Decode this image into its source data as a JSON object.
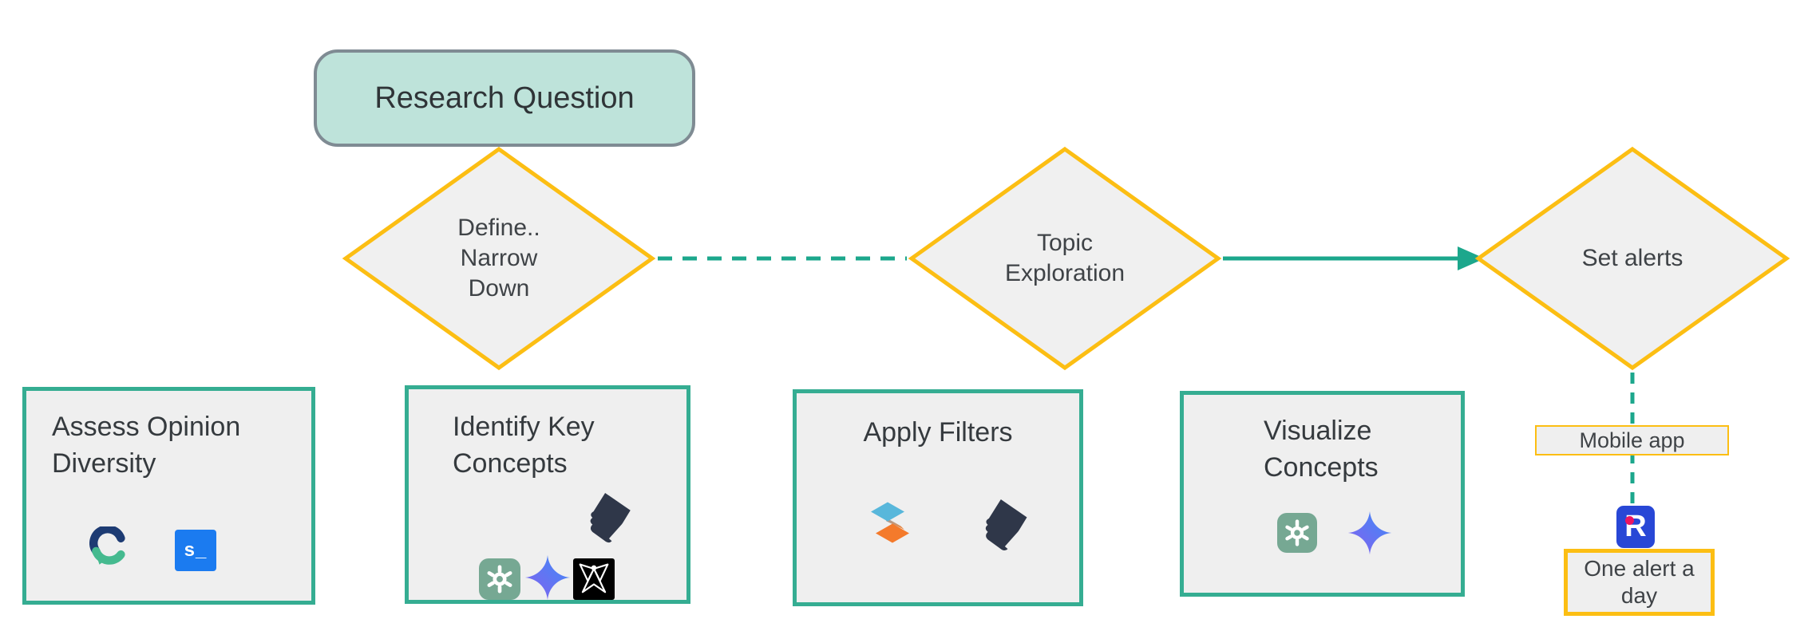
{
  "colors": {
    "teal_accent": "#1ca78c",
    "teal_border": "#35ad92",
    "yellow_accent": "#fcbe13",
    "mint_fill": "#bee3da",
    "node_fill": "#efefef",
    "gray_border": "#7f8b93",
    "consensus_navy": "#1d3b73",
    "consensus_teal": "#45ba8f",
    "scite_blue": "#1b7bf0",
    "chatgpt_green": "#76a893",
    "gemini_purple": "#8660ee",
    "gemini_blue": "#3d8bf7",
    "layers_blue": "#58b7db",
    "layers_orange": "#f47a2b",
    "book_navy": "#2f3749",
    "researcher_blue": "#2847d6",
    "researcher_pink": "#ec1562"
  },
  "flow": {
    "start_label": "Research Question",
    "decision1": {
      "line1": "Define..",
      "line2": "Narrow",
      "line3": "Down"
    },
    "decision2": {
      "line1": "Topic",
      "line2": "Exploration"
    },
    "decision3": {
      "line1": "Set alerts"
    }
  },
  "steps": [
    {
      "title": "Assess Opinion Diversity",
      "tools": [
        "consensus-logo-icon",
        "scite-logo-icon"
      ]
    },
    {
      "title": "Identify Key Concepts",
      "tools": [
        "book-stack-icon",
        "chatgpt-logo-icon",
        "gemini-logo-icon",
        "butterfly-logo-icon"
      ]
    },
    {
      "title": "Apply Filters",
      "tools": [
        "layers-logo-icon",
        "book-stack-icon"
      ]
    },
    {
      "title": "Visualize Concepts",
      "tools": [
        "chatgpt-logo-icon",
        "gemini-logo-icon"
      ]
    }
  ],
  "alerts": {
    "mobile_app_label": "Mobile app",
    "one_alert_label": "One alert a day",
    "researcher_letter": "R"
  },
  "icons": {
    "scite_text": "s_"
  }
}
